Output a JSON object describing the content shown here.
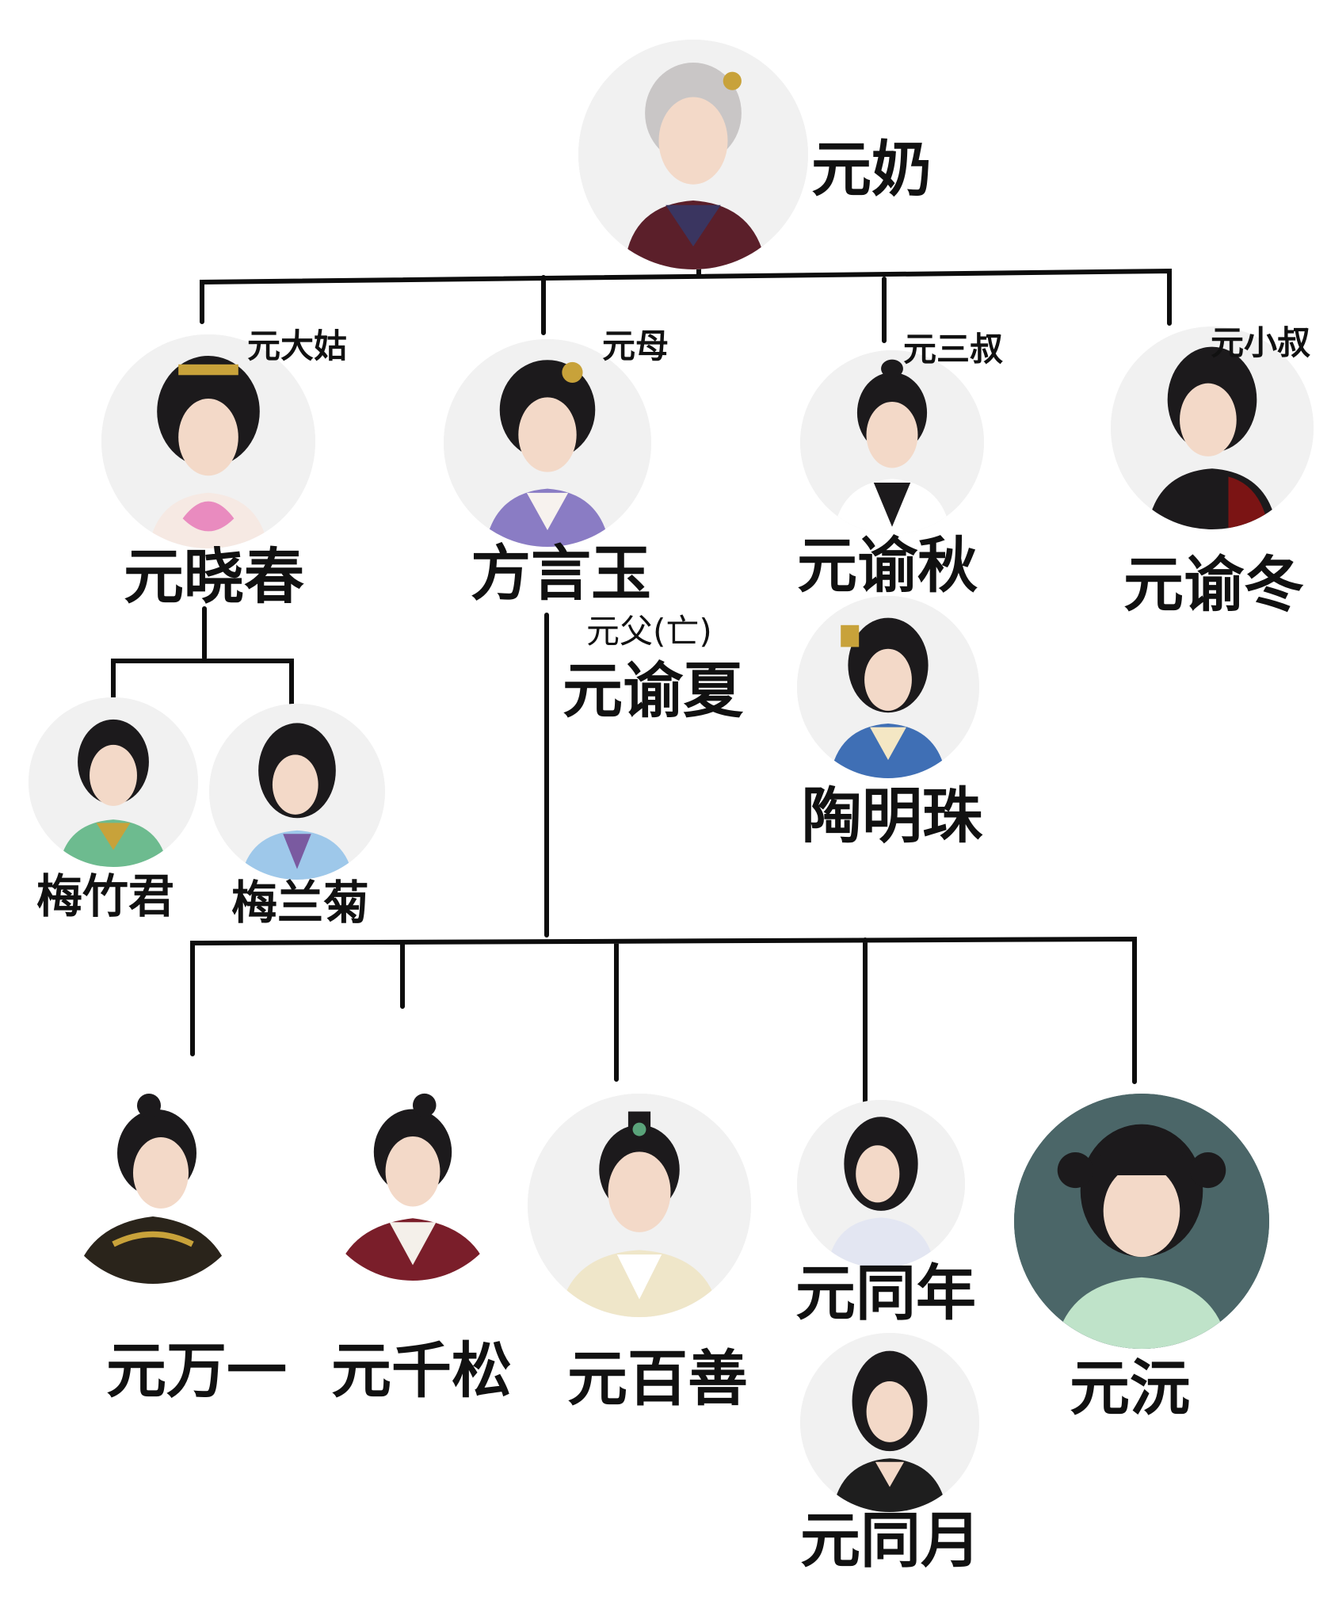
{
  "people": {
    "grandma": {
      "name": "元奶",
      "icon": "elder-woman-portrait-icon"
    },
    "eldest_aunt": {
      "role": "元大姑",
      "name": "元晓春",
      "icon": "noble-woman-portrait-icon"
    },
    "mother": {
      "role": "元母",
      "name": "方言玉",
      "icon": "noble-woman-portrait-icon"
    },
    "third_uncle": {
      "role": "元三叔",
      "name": "元谕秋",
      "icon": "man-portrait-icon"
    },
    "youngest_uncle": {
      "role": "元小叔",
      "name": "元谕冬",
      "icon": "man-portrait-icon"
    },
    "father": {
      "role": "元父(亡)",
      "name": "元谕夏"
    },
    "third_uncle_wife": {
      "name": "陶明珠",
      "icon": "noble-woman-portrait-icon"
    },
    "cousin_son": {
      "name": "梅竹君",
      "icon": "young-man-portrait-icon"
    },
    "cousin_daughter": {
      "name": "梅兰菊",
      "icon": "young-woman-portrait-icon"
    },
    "child1": {
      "name": "元万一",
      "icon": "warrior-portrait-icon"
    },
    "child2": {
      "name": "元千松",
      "icon": "young-man-portrait-icon"
    },
    "child3": {
      "name": "元百善",
      "icon": "scholar-portrait-icon"
    },
    "child4": {
      "name": "元同年",
      "icon": "young-man-portrait-icon"
    },
    "child5": {
      "name": "元同月",
      "icon": "young-man-portrait-icon"
    },
    "child6": {
      "name": "元沅",
      "icon": "girl-portrait-icon"
    }
  },
  "colors": {
    "line": "#0d0d0d",
    "avatar_bg": "#f1f1f1",
    "child6_bg": "#4b6668",
    "hair": "#1c1a1c",
    "skin": "#f3d9c8",
    "grandma_hair": "#c9c6c6",
    "grandma_robe": "#5b1f2a",
    "mother_robe": "#8a7cc4",
    "aunt_robe": "#e98bbf",
    "uncle_robe": "#ffffff",
    "youngest_robe": "#7b1414",
    "mingzhu_robe": "#3f6fb5",
    "child1_robe": "#2a241b",
    "child2_robe": "#7a1e2a",
    "child3_robe": "#efe6c9",
    "child4_robe": "#e3e6f2",
    "child5_robe": "#1e1e1e",
    "child6_robe": "#bfe3c9"
  }
}
